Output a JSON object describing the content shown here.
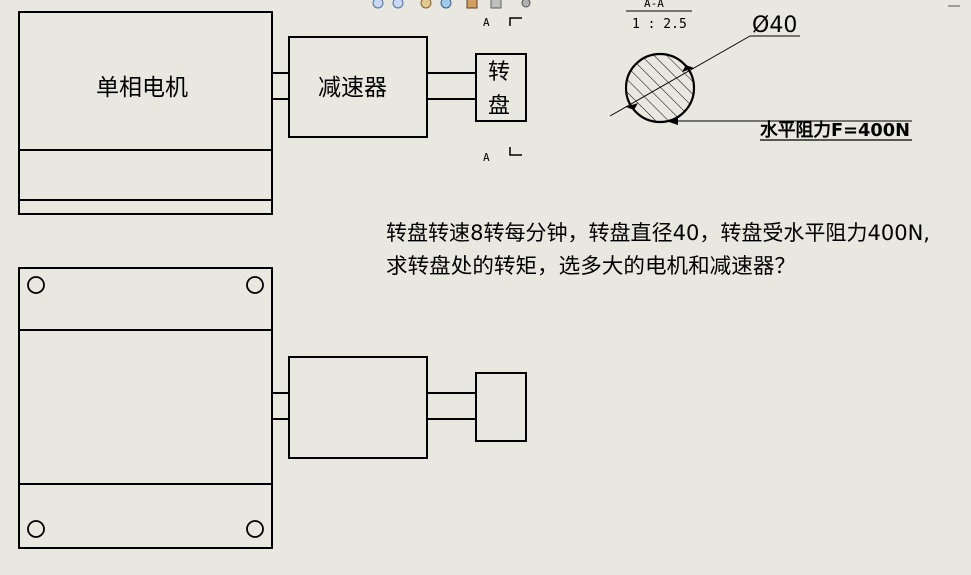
{
  "top_view": {
    "motor_label": "单相电机",
    "reducer_label": "减速器",
    "turntable_label_1": "转",
    "turntable_label_2": "盘",
    "section_marker_top": "A",
    "section_marker_bottom": "A"
  },
  "section_view": {
    "title": "A-A",
    "scale": "1 : 2.5",
    "diameter": "Ø40",
    "force_label": "水平阻力F=400N"
  },
  "question": {
    "line1": "转盘转速8转每分钟，转盘直径40，转盘受水平阻力400N,",
    "line2": "求转盘处的转矩，选多大的电机和减速器？"
  },
  "colors": {
    "background": "#e8e8e0",
    "line": "#000000"
  },
  "toolbar_icons": [
    "zoom-in-icon",
    "zoom-out-icon",
    "rotate-icon",
    "refresh-icon",
    "view-icon",
    "display-icon",
    "settings-icon"
  ]
}
